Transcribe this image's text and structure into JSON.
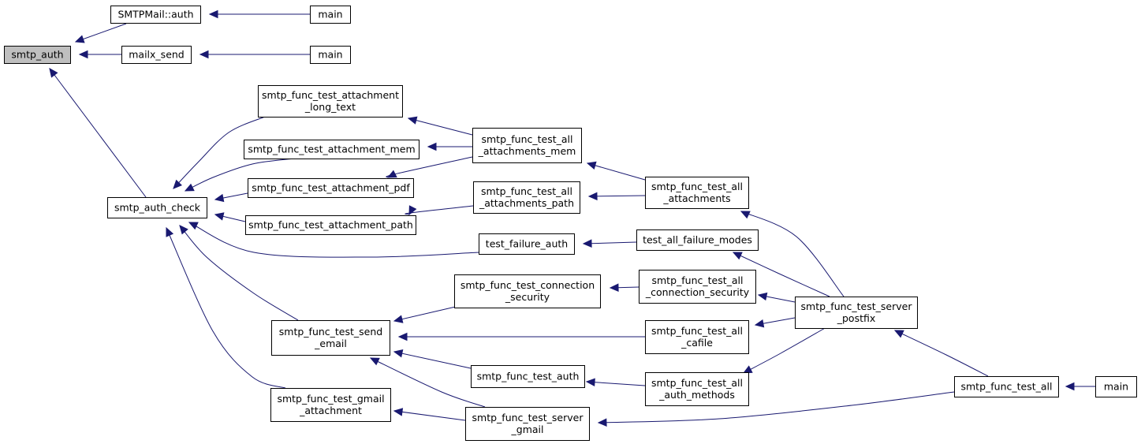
{
  "colors": {
    "edge": "#191970",
    "node_fill": "#ffffff",
    "highlight_fill": "#bfbfbf",
    "node_stroke": "#000000"
  },
  "nodes": {
    "smtp_auth": {
      "lines": [
        "smtp_auth"
      ],
      "highlight": true
    },
    "smtpmail_auth": {
      "lines": [
        "SMTPMail::auth"
      ]
    },
    "main1": {
      "lines": [
        "main"
      ]
    },
    "mailx_send": {
      "lines": [
        "mailx_send"
      ]
    },
    "main2": {
      "lines": [
        "main"
      ]
    },
    "smtp_auth_check": {
      "lines": [
        "smtp_auth_check"
      ]
    },
    "att_long_text": {
      "lines": [
        "smtp_func_test_attachment",
        "_long_text"
      ]
    },
    "att_mem": {
      "lines": [
        "smtp_func_test_attachment_mem"
      ]
    },
    "att_pdf": {
      "lines": [
        "smtp_func_test_attachment_pdf"
      ]
    },
    "att_path": {
      "lines": [
        "smtp_func_test_attachment_path"
      ]
    },
    "all_att_mem": {
      "lines": [
        "smtp_func_test_all",
        "_attachments_mem"
      ]
    },
    "all_att_path": {
      "lines": [
        "smtp_func_test_all",
        "_attachments_path"
      ]
    },
    "all_att": {
      "lines": [
        "smtp_func_test_all",
        "_attachments"
      ]
    },
    "test_failure_auth": {
      "lines": [
        "test_failure_auth"
      ]
    },
    "test_all_failure_modes": {
      "lines": [
        "test_all_failure_modes"
      ]
    },
    "conn_security": {
      "lines": [
        "smtp_func_test_connection",
        "_security"
      ]
    },
    "all_conn_security": {
      "lines": [
        "smtp_func_test_all",
        "_connection_security"
      ]
    },
    "send_email": {
      "lines": [
        "smtp_func_test_send",
        "_email"
      ]
    },
    "all_cafile": {
      "lines": [
        "smtp_func_test_all",
        "_cafile"
      ]
    },
    "server_postfix": {
      "lines": [
        "smtp_func_test_server",
        "_postfix"
      ]
    },
    "test_auth": {
      "lines": [
        "smtp_func_test_auth"
      ]
    },
    "all_auth_methods": {
      "lines": [
        "smtp_func_test_all",
        "_auth_methods"
      ]
    },
    "gmail_attachment": {
      "lines": [
        "smtp_func_test_gmail",
        "_attachment"
      ]
    },
    "server_gmail": {
      "lines": [
        "smtp_func_test_server",
        "_gmail"
      ]
    },
    "test_all": {
      "lines": [
        "smtp_func_test_all"
      ]
    },
    "main3": {
      "lines": [
        "main"
      ]
    }
  },
  "edges": [
    {
      "from": "smtpmail_auth",
      "to": "smtp_auth"
    },
    {
      "from": "main1",
      "to": "smtpmail_auth"
    },
    {
      "from": "mailx_send",
      "to": "smtp_auth"
    },
    {
      "from": "main2",
      "to": "mailx_send"
    },
    {
      "from": "smtp_auth_check",
      "to": "smtp_auth"
    },
    {
      "from": "att_long_text",
      "to": "smtp_auth_check"
    },
    {
      "from": "att_mem",
      "to": "smtp_auth_check"
    },
    {
      "from": "att_pdf",
      "to": "smtp_auth_check"
    },
    {
      "from": "att_path",
      "to": "smtp_auth_check"
    },
    {
      "from": "test_failure_auth",
      "to": "smtp_auth_check"
    },
    {
      "from": "send_email",
      "to": "smtp_auth_check"
    },
    {
      "from": "gmail_attachment",
      "to": "smtp_auth_check"
    },
    {
      "from": "all_att_mem",
      "to": "att_long_text"
    },
    {
      "from": "all_att_mem",
      "to": "att_mem"
    },
    {
      "from": "all_att_mem",
      "to": "att_pdf"
    },
    {
      "from": "all_att_path",
      "to": "att_path"
    },
    {
      "from": "all_att",
      "to": "all_att_mem"
    },
    {
      "from": "all_att",
      "to": "all_att_path"
    },
    {
      "from": "server_postfix",
      "to": "all_att"
    },
    {
      "from": "test_all_failure_modes",
      "to": "test_failure_auth"
    },
    {
      "from": "server_postfix",
      "to": "test_all_failure_modes"
    },
    {
      "from": "conn_security",
      "to": "send_email"
    },
    {
      "from": "all_conn_security",
      "to": "conn_security"
    },
    {
      "from": "server_postfix",
      "to": "all_conn_security"
    },
    {
      "from": "all_cafile",
      "to": "send_email"
    },
    {
      "from": "server_postfix",
      "to": "all_cafile"
    },
    {
      "from": "test_auth",
      "to": "send_email"
    },
    {
      "from": "all_auth_methods",
      "to": "test_auth"
    },
    {
      "from": "server_postfix",
      "to": "all_auth_methods"
    },
    {
      "from": "server_gmail",
      "to": "send_email"
    },
    {
      "from": "server_gmail",
      "to": "gmail_attachment"
    },
    {
      "from": "test_all",
      "to": "server_postfix"
    },
    {
      "from": "test_all",
      "to": "server_gmail"
    },
    {
      "from": "main3",
      "to": "test_all"
    }
  ]
}
